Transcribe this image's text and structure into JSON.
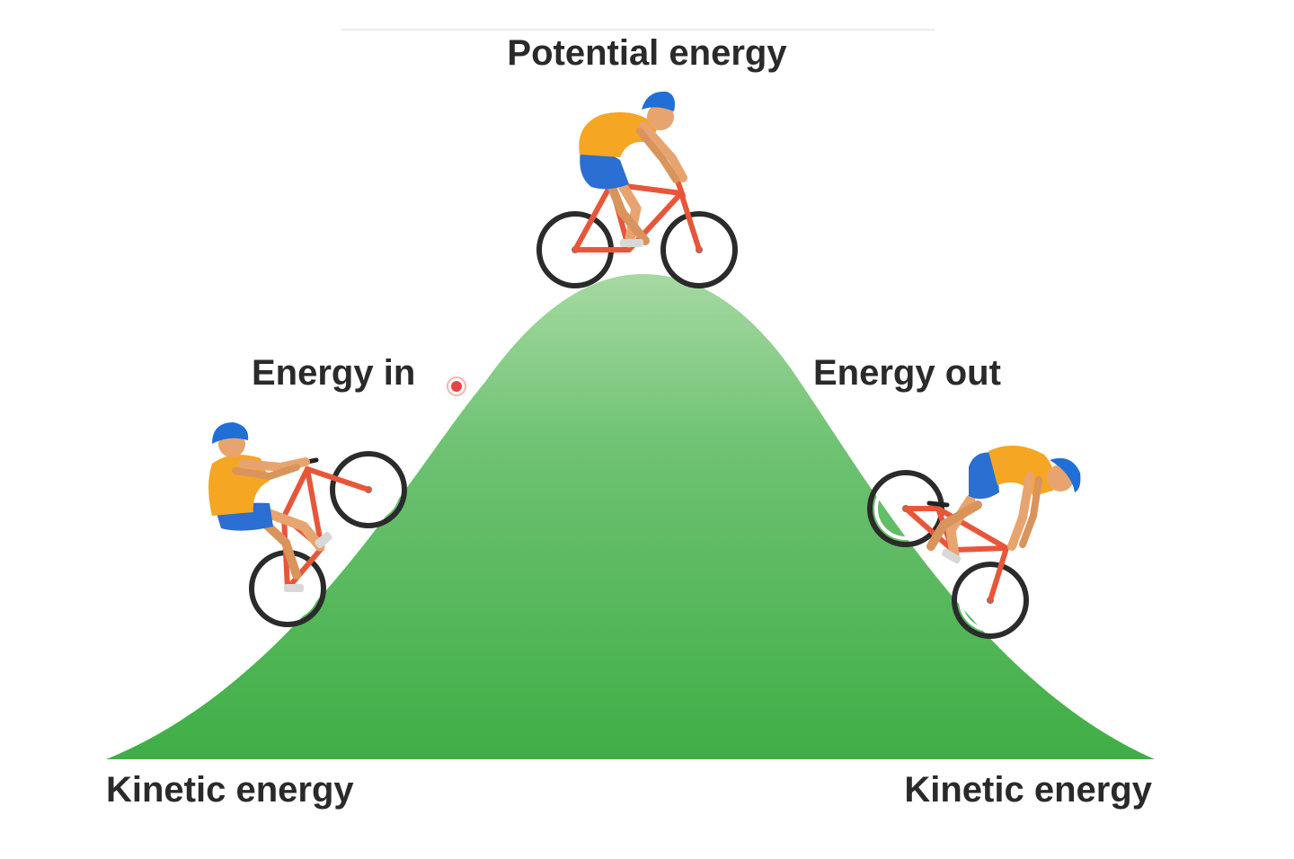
{
  "labels": {
    "top": "Potential energy",
    "left_mid": "Energy in",
    "right_mid": "Energy out",
    "bottom_left": "Kinetic energy",
    "bottom_right": "Kinetic energy"
  },
  "colors": {
    "hill_top": "#a6d9a2",
    "hill_mid": "#6fc273",
    "hill_bottom": "#3fae45",
    "jersey": "#f5a623",
    "shorts": "#2a6fd1",
    "helmet": "#1f6fd6",
    "frame": "#e8563a",
    "skin": "#e8a46e",
    "tire": "#2b2b2b",
    "pointer": "#e84343"
  },
  "icons": {
    "cyclist_uphill": "cyclist-uphill-icon",
    "cyclist_top": "cyclist-top-icon",
    "cyclist_downhill": "cyclist-downhill-icon",
    "pointer": "pointer-dot-icon"
  }
}
